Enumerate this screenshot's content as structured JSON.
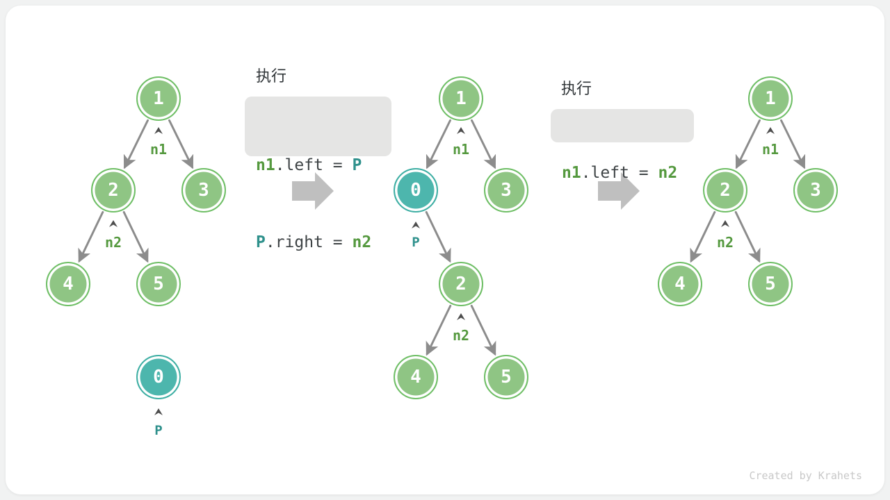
{
  "colors": {
    "page_bg": "#F1F2F2",
    "card_bg": "#FFFFFF",
    "node_green_fill": "#8FC584",
    "node_green_border": "#6FBF66",
    "node_teal_fill": "#4DB6AD",
    "node_teal_border": "#3FAFA4",
    "edge_gray": "#8C8C8C",
    "caret_gray": "#4D4D4D",
    "label_green": "#55993F",
    "label_teal": "#2F918C",
    "code_bg": "#E5E5E4",
    "code_text": "#3E4345",
    "big_arrow_gray": "#BFBFBF",
    "footer_text": "#C8C8C8"
  },
  "steps": [
    {
      "heading": "执行",
      "lines": [
        {
          "t1": "n1",
          "t2": ".left = ",
          "t3": "P"
        },
        {
          "t1": "P",
          "t2": ".right = ",
          "t3": "n2"
        }
      ]
    },
    {
      "heading": "执行",
      "lines": [
        {
          "t1": "n1",
          "t2": ".left = ",
          "t3": "n2"
        }
      ]
    }
  ],
  "tree_a": {
    "node1": "1",
    "node2": "2",
    "node3": "3",
    "node4": "4",
    "node5": "5",
    "node_p": "0",
    "label_n1": "n1",
    "label_n2": "n2",
    "label_p": "P"
  },
  "tree_b": {
    "node1": "1",
    "node2": "2",
    "node3": "3",
    "node4": "4",
    "node5": "5",
    "node_p": "0",
    "label_n1": "n1",
    "label_n2": "n2",
    "label_p": "P"
  },
  "tree_c": {
    "node1": "1",
    "node2": "2",
    "node3": "3",
    "node4": "4",
    "node5": "5",
    "label_n1": "n1",
    "label_n2": "n2"
  },
  "footer": {
    "credit": "Created by Krahets"
  }
}
